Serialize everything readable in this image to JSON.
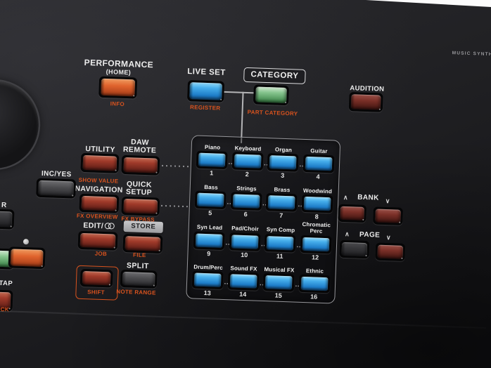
{
  "branding": {
    "model_text": "MUSIC SYNTHE"
  },
  "colors": {
    "accent_orange": "#d9531e",
    "button_blue": "#2f9ad6",
    "button_green": "#6fae76",
    "button_red": "#8a3028",
    "panel_dark": "#1d1d20"
  },
  "top_section": {
    "performance": {
      "title": "PERFORMANCE",
      "subtitle": "(HOME)",
      "shift_label": "INFO"
    },
    "live_set": {
      "title": "LIVE SET",
      "shift_label": "REGISTER"
    },
    "category": {
      "title": "CATEGORY",
      "shift_label": "PART CATEGORY"
    },
    "audition": {
      "title": "AUDITION"
    }
  },
  "left_section": {
    "inc_yes_label": "INC/YES",
    "enter_fragment": "R",
    "tap_fragment": "/TAP",
    "lock_fragment": "OCK"
  },
  "function_section": {
    "utility": {
      "title": "UTILITY",
      "shift_label": "SHOW VALUE"
    },
    "daw_remote": {
      "title_line1": "DAW",
      "title_line2": "REMOTE"
    },
    "navigation": {
      "title": "NAVIGATION",
      "shift_label": "FX OVERVIEW"
    },
    "quick_setup": {
      "title_line1": "QUICK",
      "title_line2": "SETUP",
      "shift_label": "FX BYPASS"
    },
    "edit": {
      "title": "EDIT/",
      "shift_label": "JOB"
    },
    "store": {
      "title": "STORE",
      "shift_label": "FILE"
    },
    "split": {
      "title": "SPLIT",
      "shift_label": "NOTE RANGE"
    },
    "shift": {
      "label": "SHIFT"
    }
  },
  "category_grid": {
    "items": [
      {
        "label": "Piano",
        "num": "1"
      },
      {
        "label": "Keyboard",
        "num": "2"
      },
      {
        "label": "Organ",
        "num": "3"
      },
      {
        "label": "Guitar",
        "num": "4"
      },
      {
        "label": "Bass",
        "num": "5"
      },
      {
        "label": "Strings",
        "num": "6"
      },
      {
        "label": "Brass",
        "num": "7"
      },
      {
        "label": "Woodwind",
        "num": "8"
      },
      {
        "label": "Syn Lead",
        "num": "9"
      },
      {
        "label": "Pad/Choir",
        "num": "10"
      },
      {
        "label": "Syn Comp",
        "num": "11"
      },
      {
        "label": "Chromatic Perc",
        "num": "12"
      },
      {
        "label": "Drum/Perc",
        "num": "13"
      },
      {
        "label": "Sound FX",
        "num": "14"
      },
      {
        "label": "Musical FX",
        "num": "15"
      },
      {
        "label": "Ethnic",
        "num": "16"
      }
    ]
  },
  "nav_section": {
    "bank": {
      "label": "BANK",
      "up_icon": "∧",
      "down_icon": "∨"
    },
    "page": {
      "label": "PAGE",
      "up_icon": "∧",
      "down_icon": "∨"
    }
  }
}
